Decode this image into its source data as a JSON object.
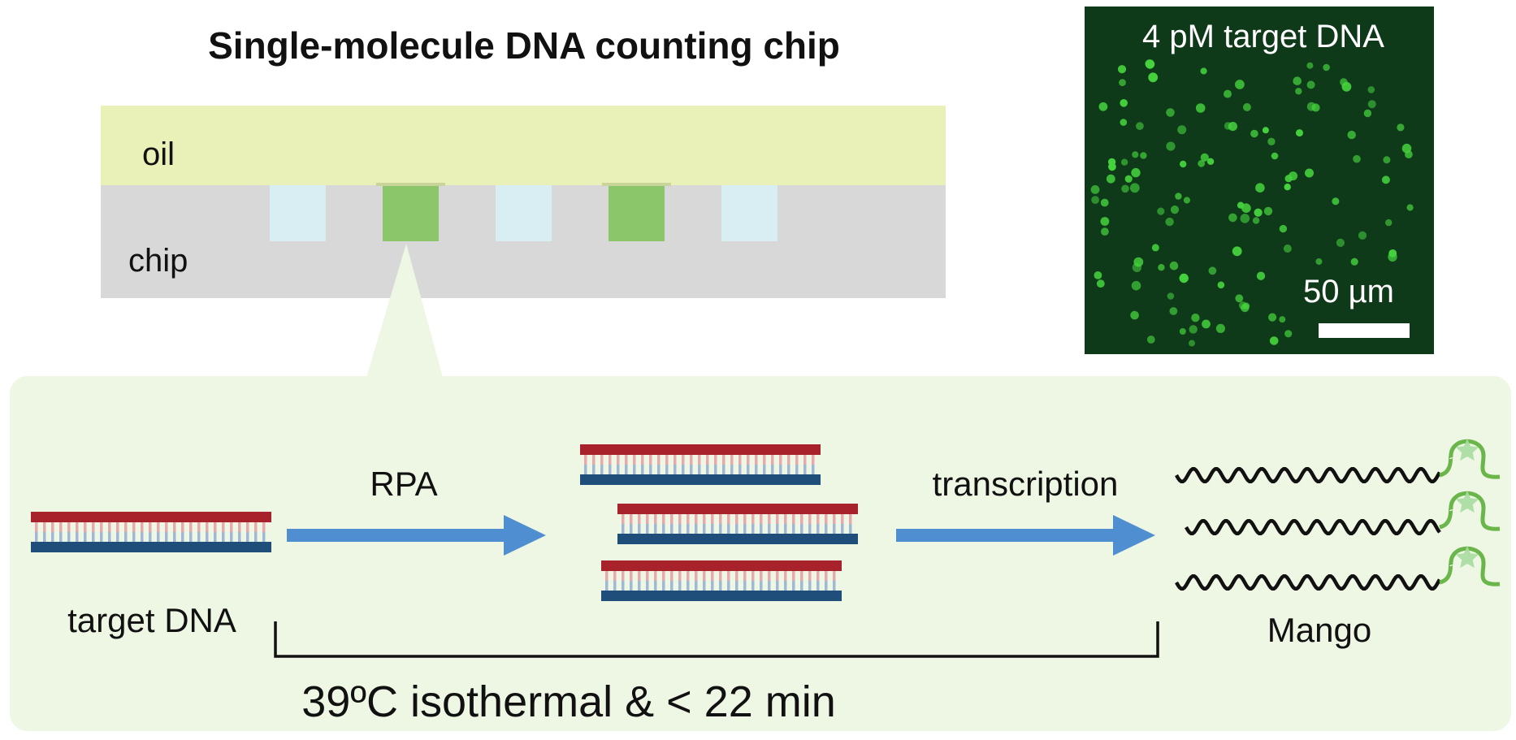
{
  "title": "Single-molecule DNA counting chip",
  "chip": {
    "oil_label": "oil",
    "chip_label": "chip",
    "wells": [
      "empty",
      "filled",
      "empty",
      "filled",
      "empty"
    ]
  },
  "micrograph": {
    "label": "4 pM target DNA",
    "scale_label": "50 µm"
  },
  "process": {
    "target_label": "target DNA",
    "step1_label": "RPA",
    "step2_label": "transcription",
    "product_label": "Mango",
    "condition_label": "39ºC isothermal & < 22 min"
  },
  "colors": {
    "oil": "#e9f0b8",
    "chip": "#d8d8d8",
    "well_empty": "#d9eef2",
    "well_filled": "#8cc66a",
    "panel": "#eef6e4",
    "strand_top": "#a8222c",
    "strand_bottom": "#1f4e7a",
    "arrow": "#4f8fd1",
    "mango": "#6ab64a",
    "micrograph_bg": "#0f3a1a",
    "spot": "#45d23d"
  }
}
